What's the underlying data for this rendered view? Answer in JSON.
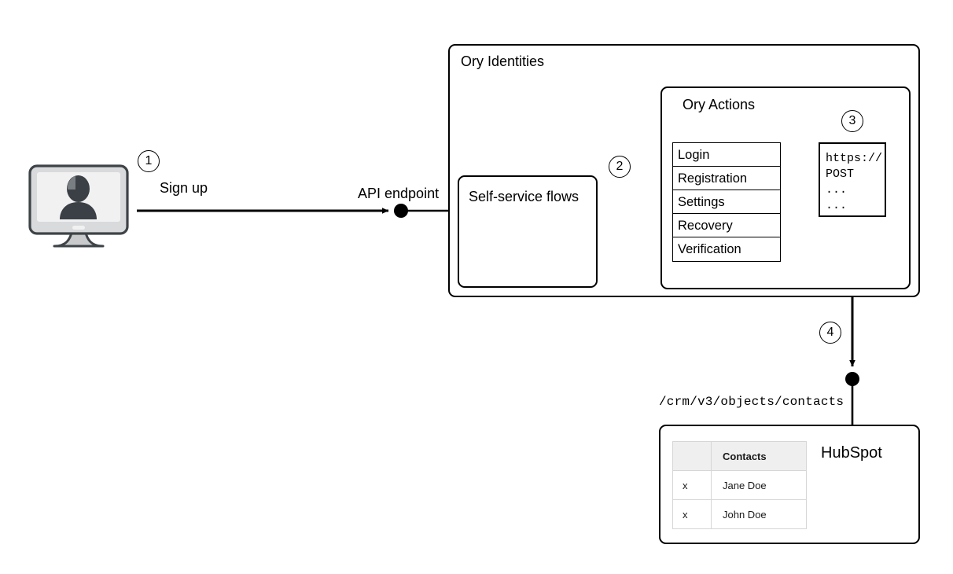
{
  "diagram": {
    "title_visible": false,
    "steps": [
      {
        "number": "1"
      },
      {
        "number": "2"
      },
      {
        "number": "3"
      },
      {
        "number": "4"
      }
    ],
    "client": {
      "icon": "monitor-user-icon",
      "action_label": "Sign up",
      "endpoint_label": "API endpoint"
    },
    "ory_identities": {
      "title": "Ory Identities",
      "self_service": {
        "title": "Self-service flows"
      },
      "ory_actions": {
        "title": "Ory Actions",
        "flows": [
          {
            "label": "Login"
          },
          {
            "label": "Registration"
          },
          {
            "label": "Settings"
          },
          {
            "label": "Recovery"
          },
          {
            "label": "Verification"
          }
        ],
        "webhook": {
          "lines": [
            "https://",
            "POST",
            "...",
            "..."
          ]
        }
      }
    },
    "hubspot": {
      "title": "HubSpot",
      "api_path": "/crm/v3/objects/contacts",
      "table": {
        "headers": [
          "",
          "Contacts"
        ],
        "rows": [
          {
            "mark": "x",
            "name": "Jane Doe"
          },
          {
            "mark": "x",
            "name": "John Doe"
          }
        ]
      }
    },
    "colors": {
      "stroke": "#000000",
      "background": "#ffffff",
      "monitor_bezel": "#d9dadc",
      "monitor_screen": "#f1f1f2",
      "monitor_outline": "#3e4347",
      "person_silhouette": "#3a4045",
      "table_header_bg": "#efefef",
      "table_border": "#d6d6d6"
    }
  }
}
